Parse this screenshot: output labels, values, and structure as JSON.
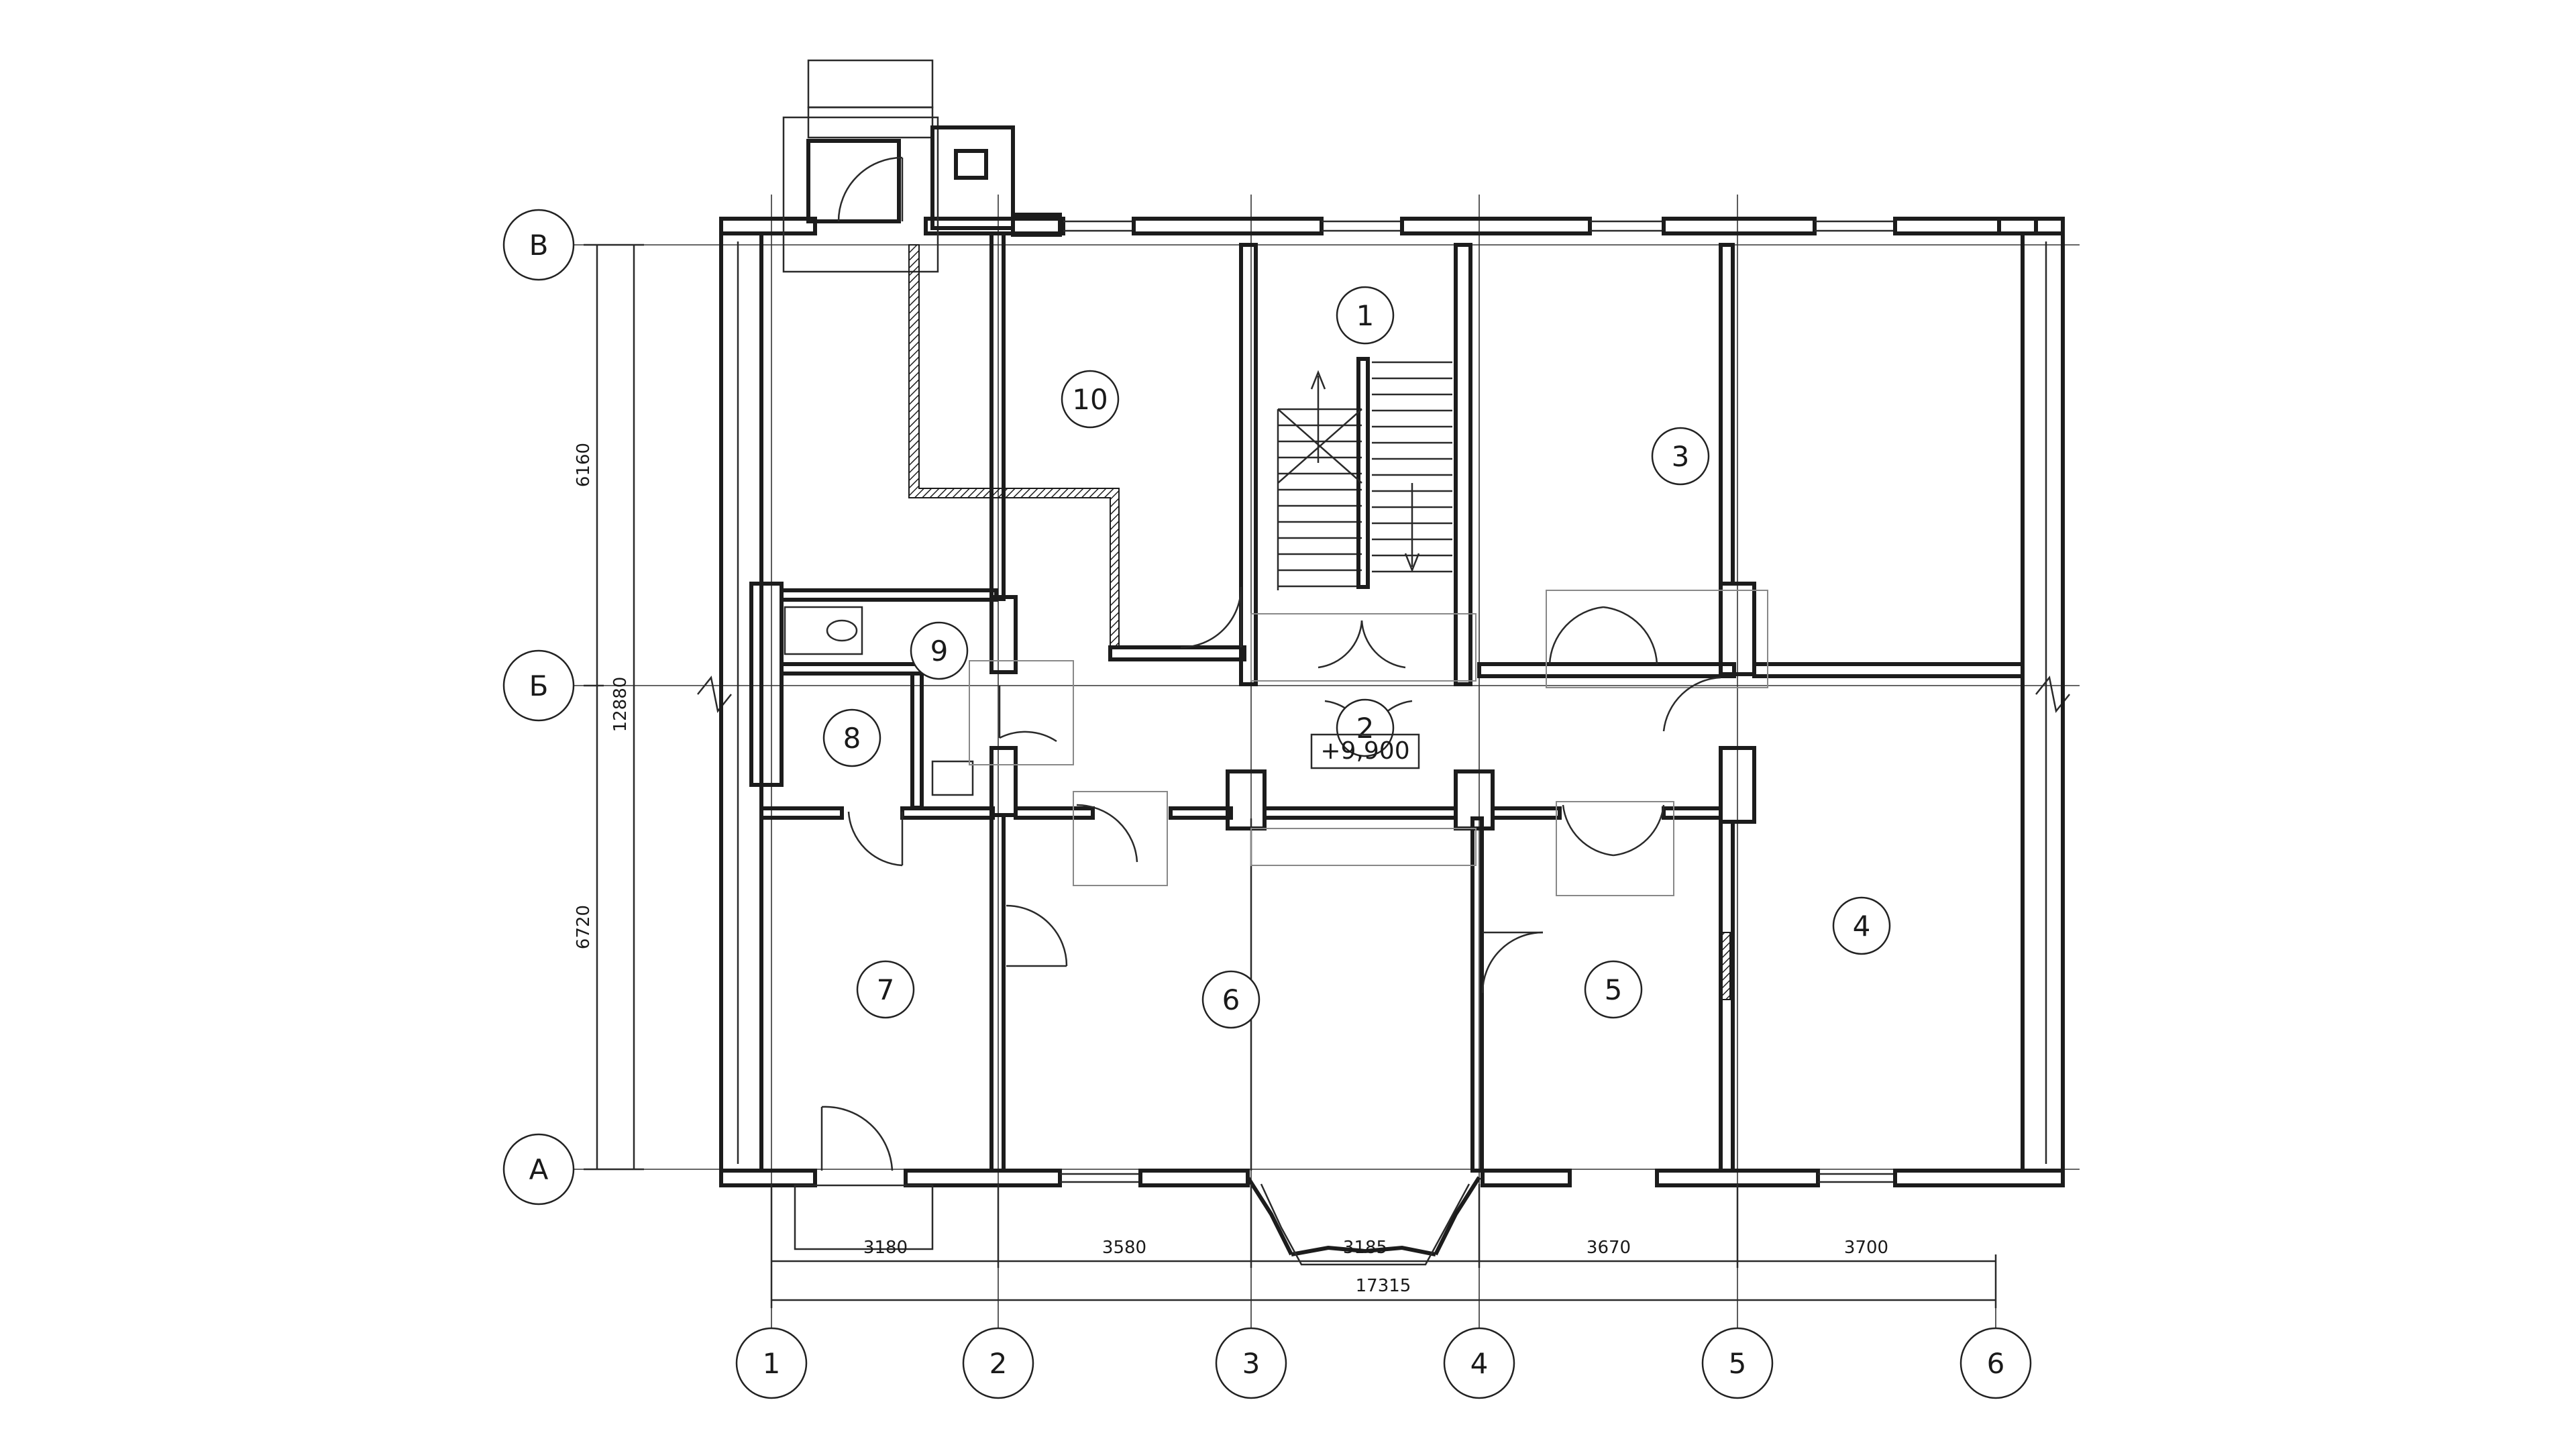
{
  "plan": {
    "axes_letters": [
      {
        "id": "v",
        "label": "В"
      },
      {
        "id": "b",
        "label": "Б"
      },
      {
        "id": "a",
        "label": "А"
      }
    ],
    "axes_numbers": [
      {
        "id": "1",
        "label": "1"
      },
      {
        "id": "2",
        "label": "2"
      },
      {
        "id": "3",
        "label": "3"
      },
      {
        "id": "4",
        "label": "4"
      },
      {
        "id": "5",
        "label": "5"
      },
      {
        "id": "6",
        "label": "6"
      }
    ],
    "rooms": [
      {
        "id": "1",
        "label": "1"
      },
      {
        "id": "2",
        "label": "2"
      },
      {
        "id": "3",
        "label": "3"
      },
      {
        "id": "4",
        "label": "4"
      },
      {
        "id": "5",
        "label": "5"
      },
      {
        "id": "6",
        "label": "6"
      },
      {
        "id": "7",
        "label": "7"
      },
      {
        "id": "8",
        "label": "8"
      },
      {
        "id": "9",
        "label": "9"
      },
      {
        "id": "10",
        "label": "10"
      }
    ],
    "level_mark": "+9,900",
    "dims_bottom": [
      "3180",
      "3580",
      "3185",
      "3670",
      "3700"
    ],
    "dim_total_bottom": "17315",
    "dims_left": [
      "6160",
      "6720"
    ],
    "dim_total_left": "12880"
  }
}
